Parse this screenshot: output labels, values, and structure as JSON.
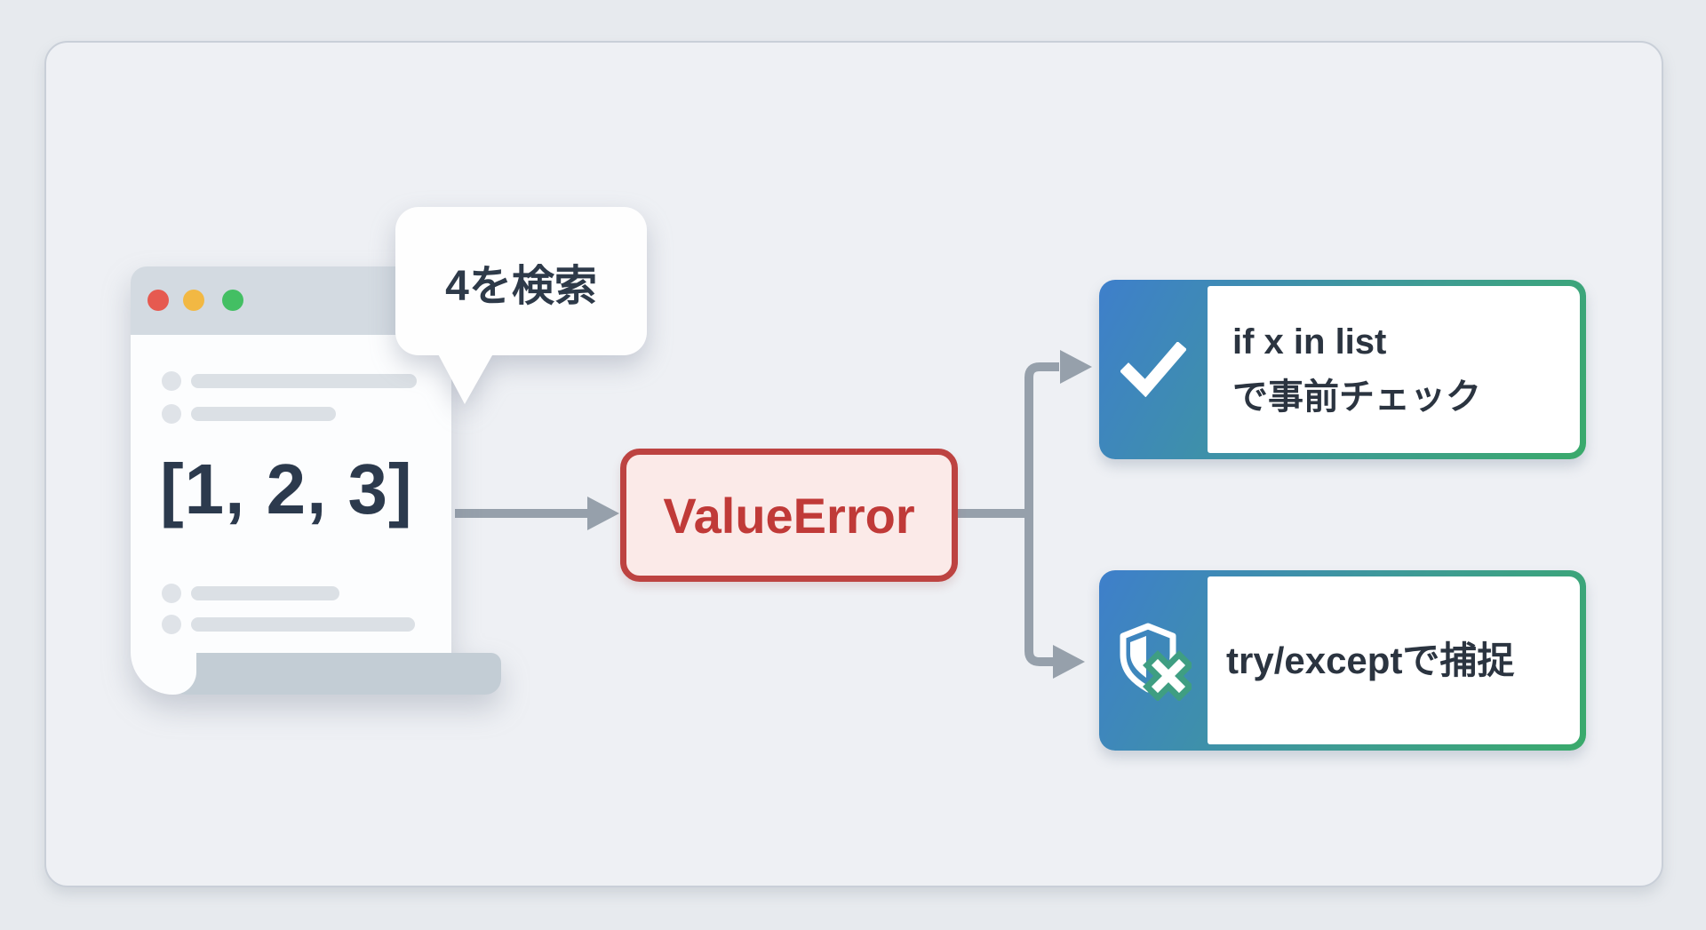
{
  "meta": {
    "description": "Diagram: searching for a missing value in a Python list raises ValueError, with two handling strategies"
  },
  "palette": {
    "background": "#e7eaee",
    "card_background": "#eef0f4",
    "card_border": "#c9cfd8",
    "arrow": "#96a0ab",
    "error_border": "#bd4341",
    "error_background": "#fbeae8",
    "error_text": "#c03a38",
    "gradient_blue": "#3e7fcb",
    "gradient_green": "#3aaa6b",
    "titlebar": "#d3dae1",
    "page_curl": "#c3cdd5",
    "traffic_red": "#e65a50",
    "traffic_yellow": "#f2b843",
    "traffic_green": "#43bf63"
  },
  "document_window": {
    "list_literal": "[1, 2, 3]"
  },
  "callout": {
    "text": "4を検索"
  },
  "error_node": {
    "label": "ValueError"
  },
  "branches": [
    {
      "icon": "checkmark-icon",
      "lines": [
        "if x in list",
        "で事前チェック"
      ]
    },
    {
      "icon": "shield-x-icon",
      "lines": [
        "try/exceptで捕捉"
      ]
    }
  ]
}
